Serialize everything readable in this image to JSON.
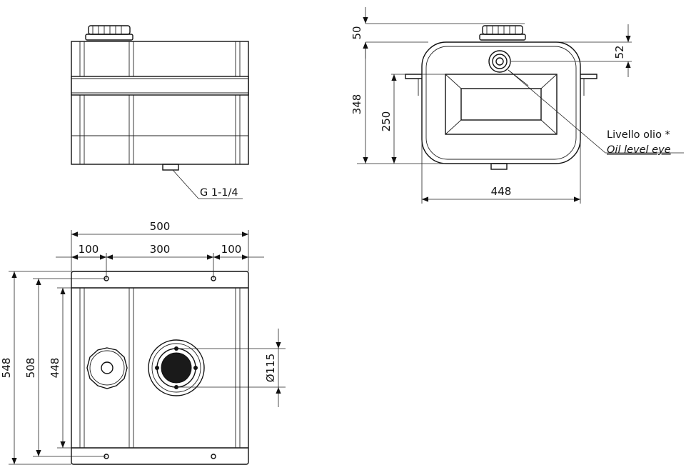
{
  "top_view": {
    "thread_label": "G 1-1/4"
  },
  "side_view": {
    "dim_cap_height": "50",
    "dim_eye_offset": "52",
    "dim_total_height": "348",
    "dim_eye_window": "250",
    "dim_width": "448",
    "oil_level_it": "Livello olio *",
    "oil_level_en": "Oil level eye"
  },
  "plan_view": {
    "dim_overall_width": "500",
    "dim_hole_left": "100",
    "dim_hole_spacing": "300",
    "dim_hole_right": "100",
    "dim_overall_length": "548",
    "dim_hole_length": "508",
    "dim_body_length": "448",
    "dim_port_diameter": "Ø115"
  }
}
